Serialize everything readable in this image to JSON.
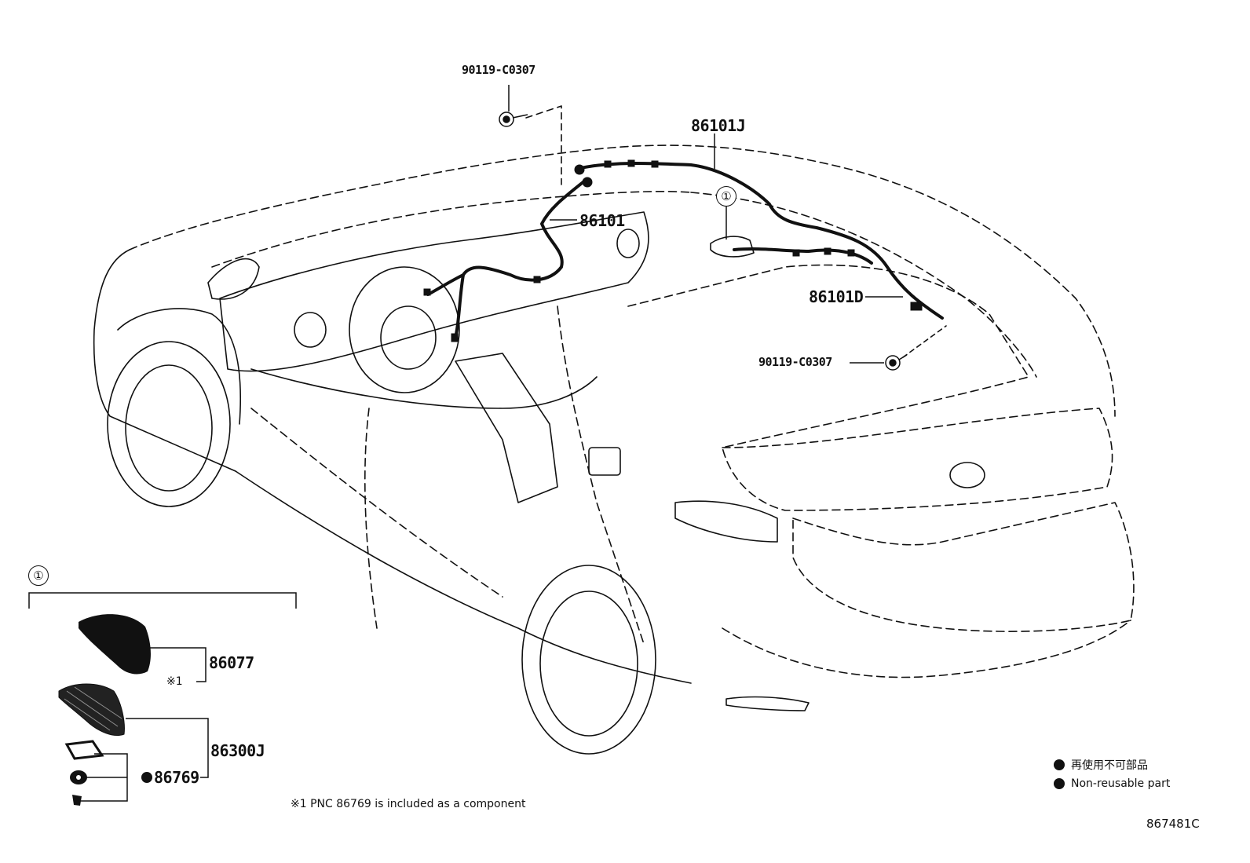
{
  "parts": {
    "bolt_top": "90119-C0307",
    "harness_j": "86101J",
    "harness_main": "86101",
    "harness_d": "86101D",
    "bolt_right": "90119-C0307",
    "antenna_cover": "86077",
    "antenna_assy": "86300J",
    "gasket": "86769"
  },
  "callouts": {
    "ref_marker": "①",
    "ref_marker_detail": "①",
    "note_marker": "※1"
  },
  "notes": {
    "footnote": "※1 PNC 86769 is included as a component",
    "legend_jp": "再使用不可部品",
    "legend_en": "Non-reusable part",
    "diagram_id": "867481C"
  }
}
